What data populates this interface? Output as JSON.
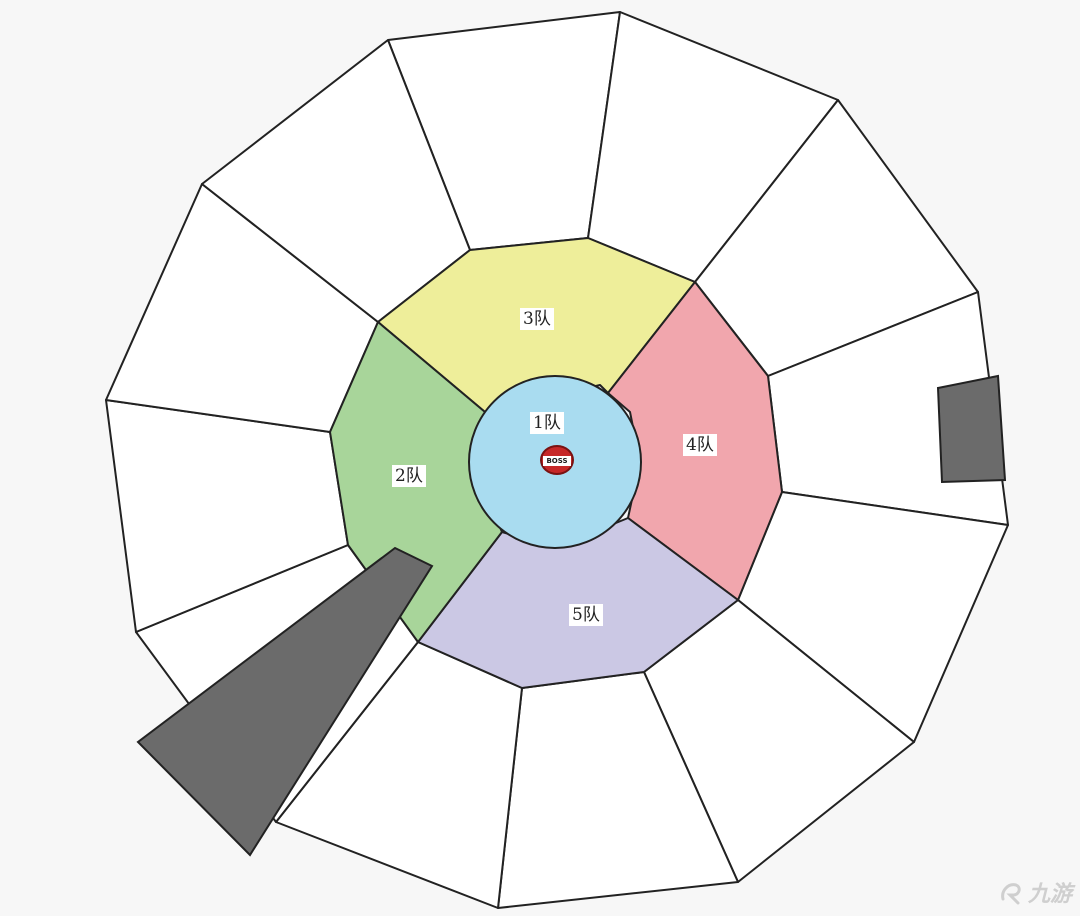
{
  "diagram": {
    "teams": [
      {
        "id": "team-1",
        "label": "1队",
        "color": "#a9dcf0"
      },
      {
        "id": "team-2",
        "label": "2队",
        "color": "#a8d59a"
      },
      {
        "id": "team-3",
        "label": "3队",
        "color": "#eeee9a"
      },
      {
        "id": "team-4",
        "label": "4队",
        "color": "#f1a6ad"
      },
      {
        "id": "team-5",
        "label": "5队",
        "color": "#cbc8e4"
      }
    ],
    "boss_label": "BOSS",
    "colors": {
      "background": "#f7f7f7",
      "outer_cell": "#ffffff",
      "outline": "#222222",
      "obstacle": "#6b6b6b",
      "boss_red": "#c62828"
    },
    "watermark": "九游"
  }
}
